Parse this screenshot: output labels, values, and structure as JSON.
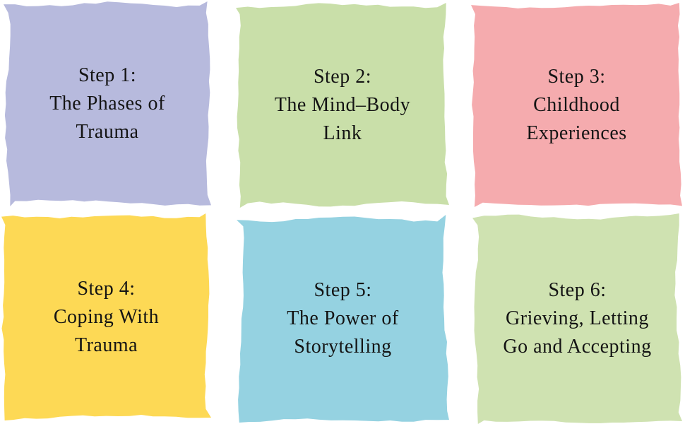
{
  "page": {
    "background_color": "#ffffff",
    "text_color": "#141414"
  },
  "cards": [
    {
      "lines": [
        "Step 1:",
        "The Phases of",
        "Trauma"
      ],
      "color": "#b7badd"
    },
    {
      "lines": [
        "Step 2:",
        "The Mind–Body",
        "Link"
      ],
      "color": "#c9dfa9"
    },
    {
      "lines": [
        "Step 3:",
        "Childhood",
        "Experiences"
      ],
      "color": "#f5abae"
    },
    {
      "lines": [
        "Step 4:",
        "Coping With",
        "Trauma"
      ],
      "color": "#fdd955"
    },
    {
      "lines": [
        "Step 5:",
        "The Power of",
        "Storytelling"
      ],
      "color": "#95d2e1"
    },
    {
      "lines": [
        "Step 6:",
        "Grieving, Letting",
        "Go and Accepting"
      ],
      "color": "#cfe2b1"
    }
  ]
}
